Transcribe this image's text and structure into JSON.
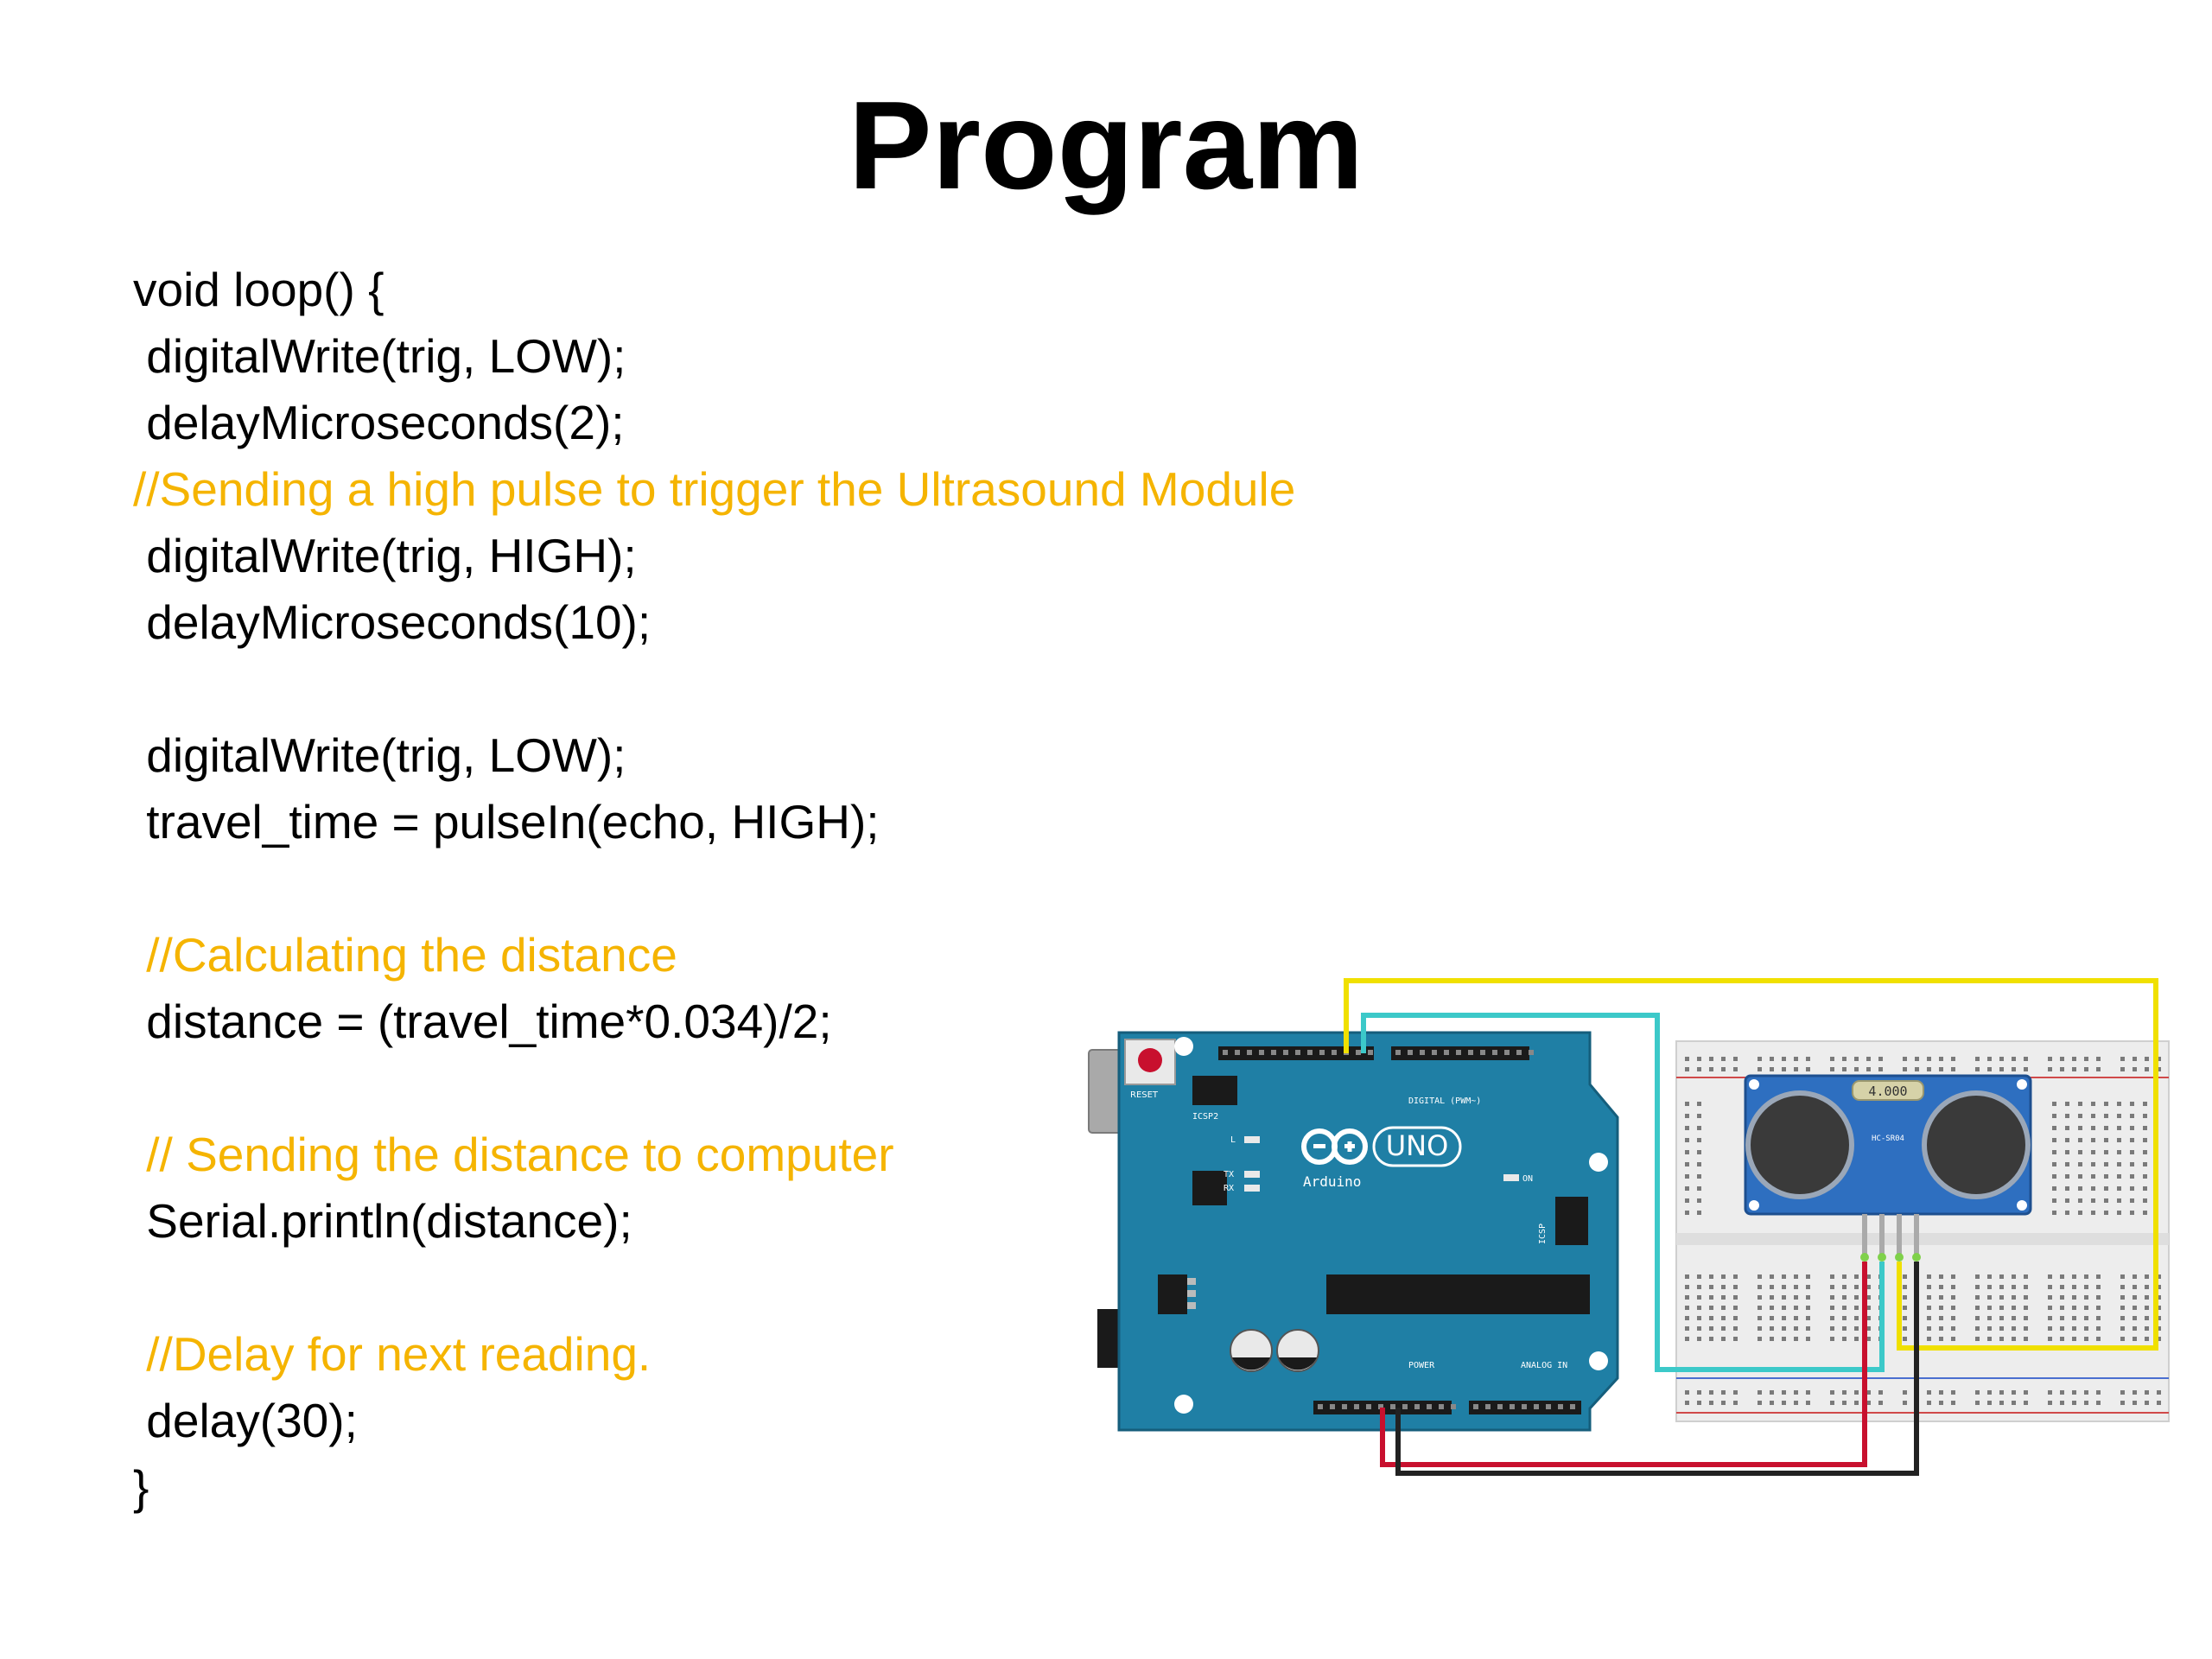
{
  "slide": {
    "title": "Program",
    "accent_comment_color": "#f5b400"
  },
  "code": {
    "lines": [
      {
        "text": "void loop() {",
        "type": "code"
      },
      {
        "text": " digitalWrite(trig, LOW);",
        "type": "code"
      },
      {
        "text": " delayMicroseconds(2);",
        "type": "code"
      },
      {
        "text": "//Sending a high pulse to trigger the Ultrasound Module",
        "type": "comment"
      },
      {
        "text": " digitalWrite(trig, HIGH);",
        "type": "code"
      },
      {
        "text": " delayMicroseconds(10);",
        "type": "code"
      },
      {
        "text": "",
        "type": "blank"
      },
      {
        "text": " digitalWrite(trig, LOW);",
        "type": "code"
      },
      {
        "text": " travel_time = pulseIn(echo, HIGH);",
        "type": "code"
      },
      {
        "text": "",
        "type": "blank"
      },
      {
        "text": " //Calculating the distance",
        "type": "comment"
      },
      {
        "text": " distance = (travel_time*0.034)/2;",
        "type": "code"
      },
      {
        "text": "",
        "type": "blank"
      },
      {
        "text": " // Sending the distance to computer",
        "type": "comment"
      },
      {
        "text": " Serial.println(distance);",
        "type": "code"
      },
      {
        "text": "",
        "type": "blank"
      },
      {
        "text": " //Delay for next reading.",
        "type": "comment"
      },
      {
        "text": " delay(30);",
        "type": "code"
      },
      {
        "text": "}",
        "type": "code"
      }
    ]
  },
  "circuit": {
    "board_label": "Arduino",
    "board_model": "UNO",
    "reset_label": "RESET",
    "icsp_label": "ICSP2",
    "icsp1_label": "ICSP",
    "digital_label": "DIGITAL (PWM~)",
    "power_label": "POWER",
    "analog_label": "ANALOG IN",
    "tx_label": "TX",
    "rx_label": "RX",
    "l_label": "L",
    "on_label": "ON",
    "sensor_crystal": "4.000",
    "sensor_model": "HC-SR04",
    "wire_colors": {
      "trig": "#f0e000",
      "echo": "#3cc9c9",
      "vcc": "#c8102e",
      "gnd": "#222222"
    },
    "board_color": "#1f7fa5",
    "sensor_color": "#2e6fc0"
  }
}
